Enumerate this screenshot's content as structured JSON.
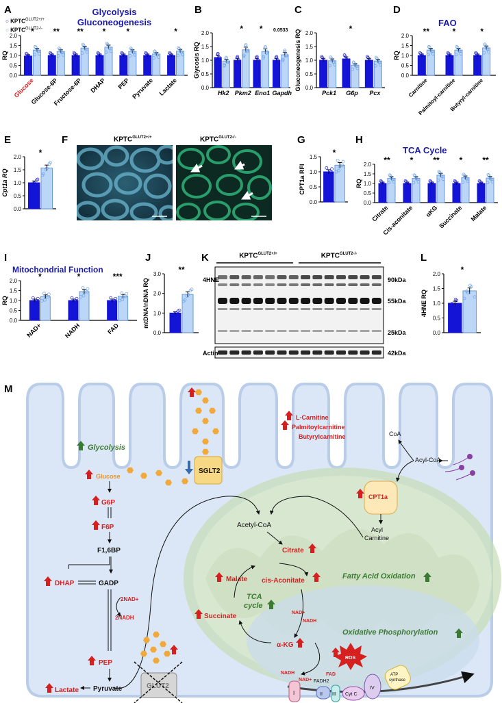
{
  "legend": {
    "wt": "KPTC",
    "wt_sup": "GLUT2+/+",
    "ko": "KPTC",
    "ko_sup": "GLUT2-/-"
  },
  "colors": {
    "wt": "#1414d6",
    "ko": "#bcd6f7",
    "title_blue": "#1a1aa8",
    "red": "#d62020",
    "green": "#3a7a32",
    "cell": "#dbe7f6",
    "mito": "#d8e7d0"
  },
  "panels": {
    "A": {
      "label": "A",
      "title1": "Glycolysis",
      "title2": "Gluconeogenesis",
      "ylabel": "RQ",
      "ymax": 2.0,
      "categories": [
        "Glucose",
        "Glucose-6P",
        "Fructose-6P",
        "DHAP",
        "PEP",
        "Pyruvate",
        "Lactate"
      ],
      "wt": [
        0.97,
        1.0,
        1.0,
        1.0,
        1.0,
        1.0,
        1.0
      ],
      "ko": [
        1.27,
        1.2,
        1.37,
        1.42,
        1.2,
        1.07,
        1.22
      ],
      "sig": [
        "*",
        "**",
        "**",
        "*",
        "*",
        "",
        "*"
      ],
      "highlight": "Glucose"
    },
    "B": {
      "label": "B",
      "ylabel": "Glycosis RQ",
      "ymax": 2.0,
      "categories": [
        "Hk2",
        "Pkm2",
        "Eno1",
        "Gapdh"
      ],
      "wt": [
        1.1,
        1.0,
        1.0,
        1.0
      ],
      "ko": [
        0.97,
        1.38,
        1.32,
        1.2
      ],
      "sig": [
        "",
        "*",
        "*",
        "0.0533"
      ]
    },
    "C": {
      "label": "C",
      "ylabel": "Gluconeogenesis RQ",
      "ymax": 2.0,
      "categories": [
        "Pck1",
        "G6p",
        "Pcx"
      ],
      "wt": [
        1.0,
        1.05,
        1.0
      ],
      "ko": [
        0.98,
        0.82,
        0.97
      ],
      "sig": [
        "",
        "*",
        ""
      ]
    },
    "D": {
      "label": "D",
      "title": "FAO",
      "ylabel": "RQ",
      "ymax": 2.0,
      "categories": [
        "Carnitine",
        "Palmitoyl-carnitine",
        "Butyryl-carnitine"
      ],
      "wt": [
        1.0,
        1.0,
        1.0
      ],
      "ko": [
        1.27,
        1.27,
        1.38
      ],
      "sig": [
        "**",
        "*",
        "*"
      ]
    },
    "E": {
      "label": "E",
      "ylabel": "Cpt1a RQ",
      "ymax": 2.0,
      "categories": [
        ""
      ],
      "wt": [
        1.0
      ],
      "ko": [
        1.57
      ],
      "sig": [
        "*"
      ]
    },
    "F": {
      "label": "F",
      "title_wt": "KPTC",
      "sup_wt": "GLUT2+/+",
      "title_ko": "KPTC",
      "sup_ko": "GLUT2-/-"
    },
    "G": {
      "label": "G",
      "ylabel": "CPT1a RFI",
      "ymax": 1.5,
      "categories": [
        ""
      ],
      "wt": [
        1.0
      ],
      "ko": [
        1.22
      ],
      "sig": [
        "*"
      ]
    },
    "H": {
      "label": "H",
      "title": "TCA Cycle",
      "ylabel": "RQ",
      "ymax": 2.0,
      "categories": [
        "Citrate",
        "Cis-aconitate",
        "αKG",
        "Succinate",
        "Malate"
      ],
      "wt": [
        1.0,
        1.0,
        1.0,
        1.0,
        1.0
      ],
      "ko": [
        1.27,
        1.27,
        1.43,
        1.3,
        1.28
      ],
      "sig": [
        "**",
        "*",
        "**",
        "*",
        "**"
      ]
    },
    "I": {
      "label": "I",
      "title": "Mitochondrial Function",
      "ylabel": "RQ",
      "ymax": 2.0,
      "categories": [
        "NAD+",
        "NADH",
        "FAD"
      ],
      "wt": [
        1.0,
        1.0,
        1.0
      ],
      "ko": [
        1.2,
        1.45,
        1.22
      ],
      "sig": [
        "*",
        "*",
        "***"
      ]
    },
    "J": {
      "label": "J",
      "ylabel": "mtDNA/nDNA RQ",
      "ymax": 3.0,
      "categories": [
        ""
      ],
      "wt": [
        1.0
      ],
      "ko": [
        1.95
      ],
      "sig": [
        "**"
      ]
    },
    "K": {
      "label": "K",
      "group_wt": "KPTC",
      "sup_wt": "GLUT2+/+",
      "group_ko": "KPTC",
      "sup_ko": "GLUT2-/-",
      "row_top": "4HNE",
      "row_bottom": "Actin",
      "sizes": [
        "90kDa",
        "55kDa",
        "25kDa",
        "42kDa"
      ]
    },
    "L": {
      "label": "L",
      "ylabel": "4HNE RQ",
      "ymax": 2.0,
      "categories": [
        ""
      ],
      "wt": [
        1.0
      ],
      "ko": [
        1.42
      ],
      "sig": [
        "*"
      ]
    },
    "M": {
      "label": "M",
      "glycolysis": "Glycolysis",
      "sglt2": "SGLT2",
      "glut2": "GLUT2",
      "glucose": "Glucose",
      "g6p": "G6P",
      "f6p": "F6P",
      "f16bp": "F1,6BP",
      "dhap": "DHAP",
      "gadp": "GADP",
      "nad_a": "2NAD+",
      "nadh_a": "2NADH",
      "pep": "PEP",
      "pyruvate": "Pyruvate",
      "lactate": "Lactate",
      "carn1": "L-Carnitine",
      "carn2": "Palmitoylcarnitine",
      "carn3": "Butyrylcarnitine",
      "coa": "CoA",
      "acylcoa": "Acyl-CoA",
      "cpt1a": "CPT1a",
      "acylcarn1": "Acyl",
      "acylcarn2": "Carnitine",
      "acetylcoa": "Acetyl-CoA",
      "citrate": "Citrate",
      "cisacon": "cis-Aconitate",
      "fao": "Fatty Acid Oxidation",
      "malate": "Malate",
      "tca1": "TCA",
      "tca2": "cycle",
      "succinate": "Succinate",
      "akg": "α-KG",
      "nad_b": "NAD+",
      "nadh_b": "NADH",
      "oxphos": "Oxidative Phosphorylation",
      "ros": "ROS",
      "atp1": "ATP",
      "atp2": "synthase",
      "nadh_c": "NADH",
      "nad_c": "NAD+",
      "fadh2": "FADH2",
      "fad": "FAD",
      "c1": "I",
      "c2": "II",
      "c3": "III",
      "cytc": "Cyt C",
      "c4": "IV"
    }
  }
}
